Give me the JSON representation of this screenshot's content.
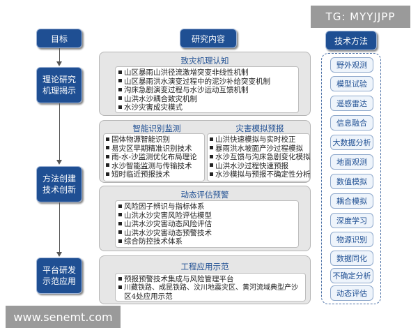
{
  "headers": {
    "goal": "目标",
    "content": "研究内容",
    "methods": "技术方法"
  },
  "goals": [
    {
      "line1": "理论研究",
      "line2": "机理揭示"
    },
    {
      "line1": "方法创建",
      "line2": "技术创新"
    },
    {
      "line1": "平台研发",
      "line2": "示范应用"
    }
  ],
  "content": {
    "mechanism": {
      "title": "致灾机理认知",
      "items": [
        "山区暴雨山洪径流激增突变非线性机制",
        "山区暴雨洪水演变过程中的泥沙补给突变机制",
        "沟床急剧演变过程与水沙运动互馈机制",
        "山洪水沙耦合致灾机制",
        "水沙灾害成灾模式"
      ]
    },
    "monitoring": {
      "title": "智能识别监测",
      "items": [
        "固体物源智能识别",
        "易灾区早期精准识别技术",
        "雨-水-沙监测优化布局理论",
        "水沙智能监测与传输技术",
        "短时临近预报技术"
      ]
    },
    "simulation": {
      "title": "灾害模拟预报",
      "items": [
        "山洪快速模拟与实时校正",
        "暴雨洪水坡面产沙过程模拟",
        "水沙互馈与沟床急剧变化模拟",
        "山洪水沙过程快速预报",
        "水沙模拟与预报不确定性分析"
      ]
    },
    "assessment": {
      "title": "动态评估预警",
      "items": [
        "风险因子辨识与指标体系",
        "山洪水沙灾害风险评估模型",
        "山洪水沙灾害动态风险评估",
        "山洪水沙灾害动态预警技术",
        "综合防控技术体系"
      ]
    },
    "application": {
      "title": "工程应用示范",
      "items": [
        "预报预警技术集成与风险管理平台",
        "川藏铁路、成昆铁路、汶川地震灾区、黄河流域典型产沙",
        "区4处应用示范"
      ]
    }
  },
  "methods": [
    "野外观测",
    "模型试验",
    "遥感雷达",
    "信息融合",
    "大数据分析",
    "地面观测",
    "数值模拟",
    "耦合模拟",
    "深度学习",
    "物源识别",
    "数据同化",
    "不确定分析",
    "动态评估"
  ],
  "watermarks": {
    "top": "TG: MYYJJPP",
    "bottom": "www.senemt.com"
  }
}
